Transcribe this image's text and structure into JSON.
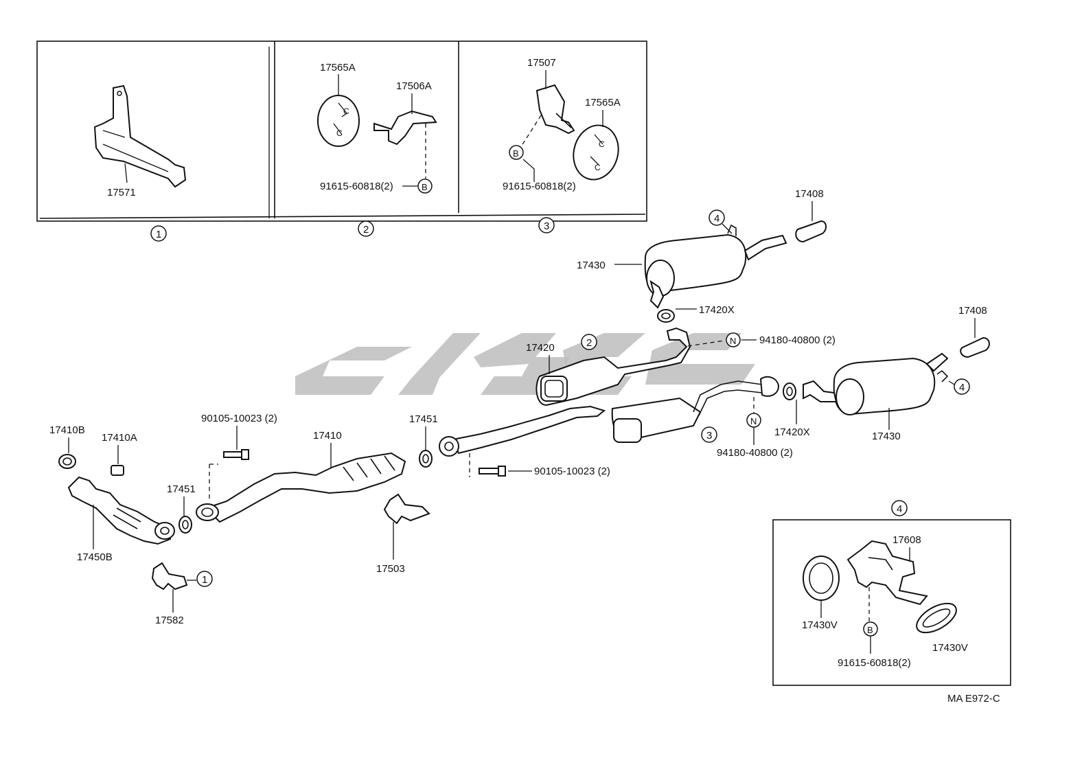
{
  "diagram_code": "MA E972-C",
  "watermark_label": "logo watermark",
  "insets": {
    "inset1": {
      "number": "1",
      "parts": [
        "17571"
      ]
    },
    "inset2": {
      "number": "2",
      "parts": [
        "17565A",
        "17506A",
        "91615-60818(2)"
      ],
      "bolt_symbol": "B"
    },
    "inset3": {
      "number": "3",
      "parts": [
        "17507",
        "17565A",
        "91615-60818(2)"
      ],
      "bolt_symbol": "B"
    },
    "inset4": {
      "number": "4",
      "parts": [
        "17608",
        "17430V",
        "17430V",
        "91615-60818(2)"
      ],
      "bolt_symbol": "B"
    }
  },
  "labels": {
    "p17410B": "17410B",
    "p17410A": "17410A",
    "p17450B": "17450B",
    "p17582": "17582",
    "p17451_left": "17451",
    "p90105_top": "90105-10023 (2)",
    "p17410": "17410",
    "p17451_mid": "17451",
    "p17503": "17503",
    "p90105_mid": "90105-10023 (2)",
    "p17420": "17420",
    "p94180_top": "94180-40800 (2)",
    "p94180_mid": "94180-40800 (2)",
    "p17420X_right": "17420X",
    "p17430_right": "17430",
    "p17408_right": "17408",
    "p17430_top": "17430",
    "p17420X_top": "17420X",
    "p17408_top": "17408"
  },
  "callouts": {
    "c1_bottom": "1",
    "c2_mid": "2",
    "c3_mid": "3",
    "c4_top": "4",
    "c4_right": "4",
    "n_symbol_top": "N",
    "n_symbol_mid": "N"
  }
}
